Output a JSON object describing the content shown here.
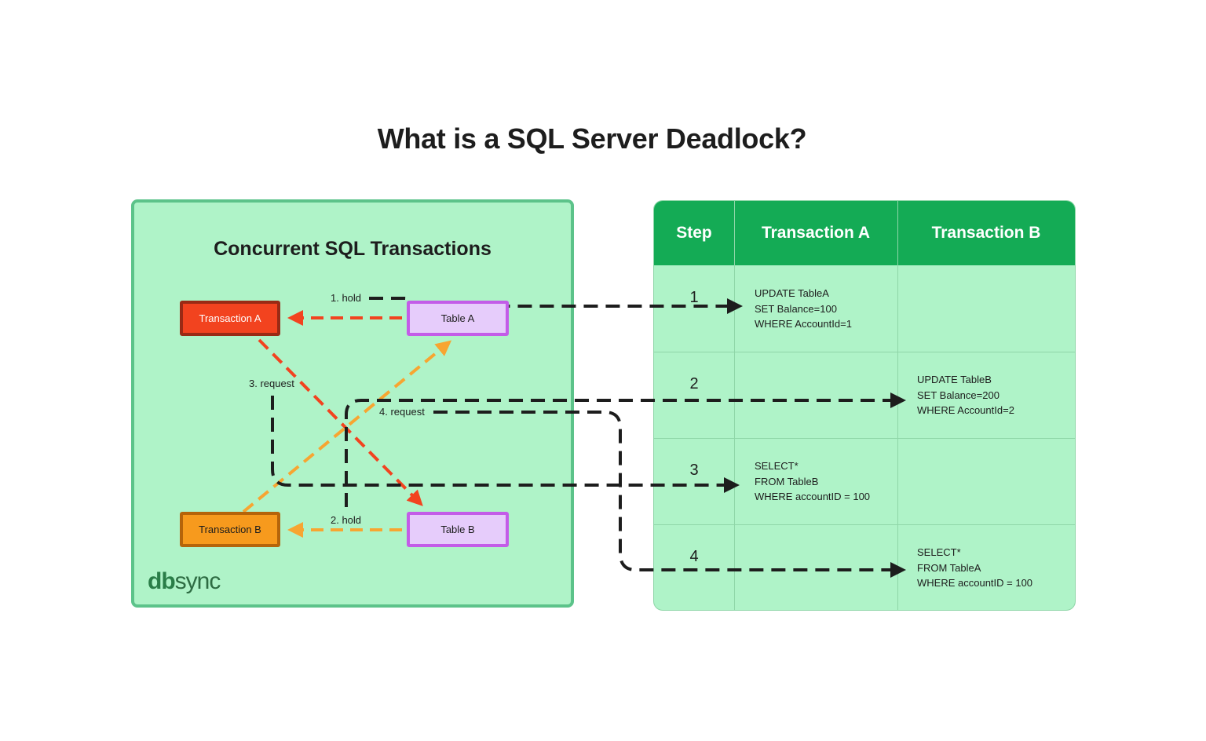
{
  "title": "What is a SQL Server Deadlock?",
  "left_panel": {
    "title": "Concurrent SQL Transactions",
    "transaction_a": "Transaction A",
    "transaction_b": "Transaction B",
    "table_a": "Table A",
    "table_b": "Table B",
    "labels": {
      "hold_1": "1. hold",
      "hold_2": "2. hold",
      "request_3": "3. request",
      "request_4": "4. request"
    },
    "logo": {
      "bold": "db",
      "light": "sync"
    }
  },
  "steps_table": {
    "headers": [
      "Step",
      "Transaction A",
      "Transaction B"
    ],
    "rows": [
      {
        "step": "1",
        "transaction_a": "UPDATE TableA\nSET Balance=100\nWHERE AccountId=1",
        "transaction_b": ""
      },
      {
        "step": "2",
        "transaction_a": "",
        "transaction_b": "UPDATE TableB\nSET Balance=200\nWHERE AccountId=2"
      },
      {
        "step": "3",
        "transaction_a": "SELECT*\nFROM TableB\nWHERE accountID = 100",
        "transaction_b": ""
      },
      {
        "step": "4",
        "transaction_a": "",
        "transaction_b": "SELECT*\nFROM TableA\nWHERE accountID = 100"
      }
    ]
  },
  "colors": {
    "panel_bg": "#aff3c8",
    "header_green": "#14ab55",
    "transaction_a": "#f2431f",
    "transaction_b": "#f79a1d",
    "table_box": "#e6ccfb",
    "connector": "#1d1d1d"
  }
}
